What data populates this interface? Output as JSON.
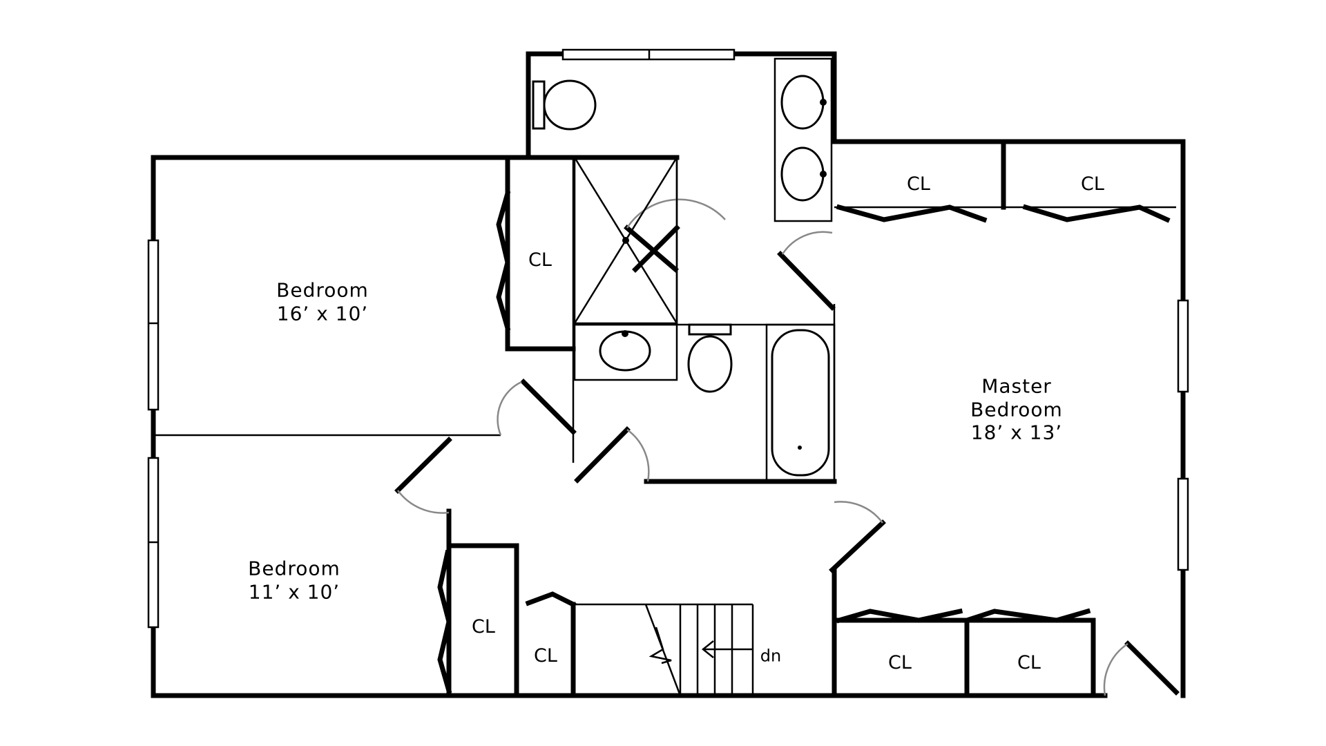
{
  "rooms": {
    "bedroom_top": {
      "name": "Bedroom",
      "size": "16’ x 10’"
    },
    "bedroom_bottom": {
      "name": "Bedroom",
      "size": "11’ x 10’"
    },
    "master": {
      "name_line1": "Master",
      "name_line2": "Bedroom",
      "size": "18’ x 13’"
    }
  },
  "closets": {
    "cl_bed1": "CL",
    "cl_master_top_left": "CL",
    "cl_master_top_right": "CL",
    "cl_bed2": "CL",
    "cl_hall": "CL",
    "cl_master_bottom_left": "CL",
    "cl_master_bottom_right": "CL"
  },
  "stairs": {
    "label": "dn"
  }
}
